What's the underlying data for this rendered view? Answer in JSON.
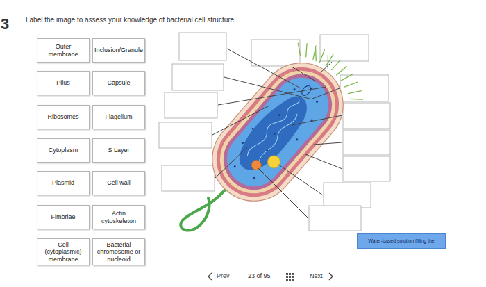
{
  "diagram": {
    "title": "Label the image to assess your knowledge of bacterial cell structure.",
    "nodes": [
      {
        "text": [
          "Outer membrane"
        ]
      },
      {
        "text": [
          "Inclusion/Granule"
        ]
      },
      {
        "text": [
          "Pilus"
        ]
      },
      {
        "text": [
          "Capsule"
        ]
      },
      {
        "text": [
          "Ribosomes"
        ]
      },
      {
        "text": [
          "Flagellum"
        ]
      },
      {
        "text": [
          "Cytoplasm"
        ]
      },
      {
        "text": [
          "S Layer"
        ]
      },
      {
        "text": [
          "Plasmid"
        ]
      },
      {
        "text": [
          "Cell wall"
        ]
      },
      {
        "text": [
          "Fimbriae"
        ]
      },
      {
        "text": [
          "Actin cytoskeleton"
        ]
      },
      {
        "text": [
          "Cell (cytoplasmic) membrane"
        ]
      },
      {
        "text": [
          "Bacterial chromosome or nucleoid"
        ]
      },
      {
        "text": [
          "Water-based solution filling the"
        ]
      }
    ],
    "labels": [
      "3",
      "Prev",
      "23 of 95",
      "Next"
    ]
  }
}
